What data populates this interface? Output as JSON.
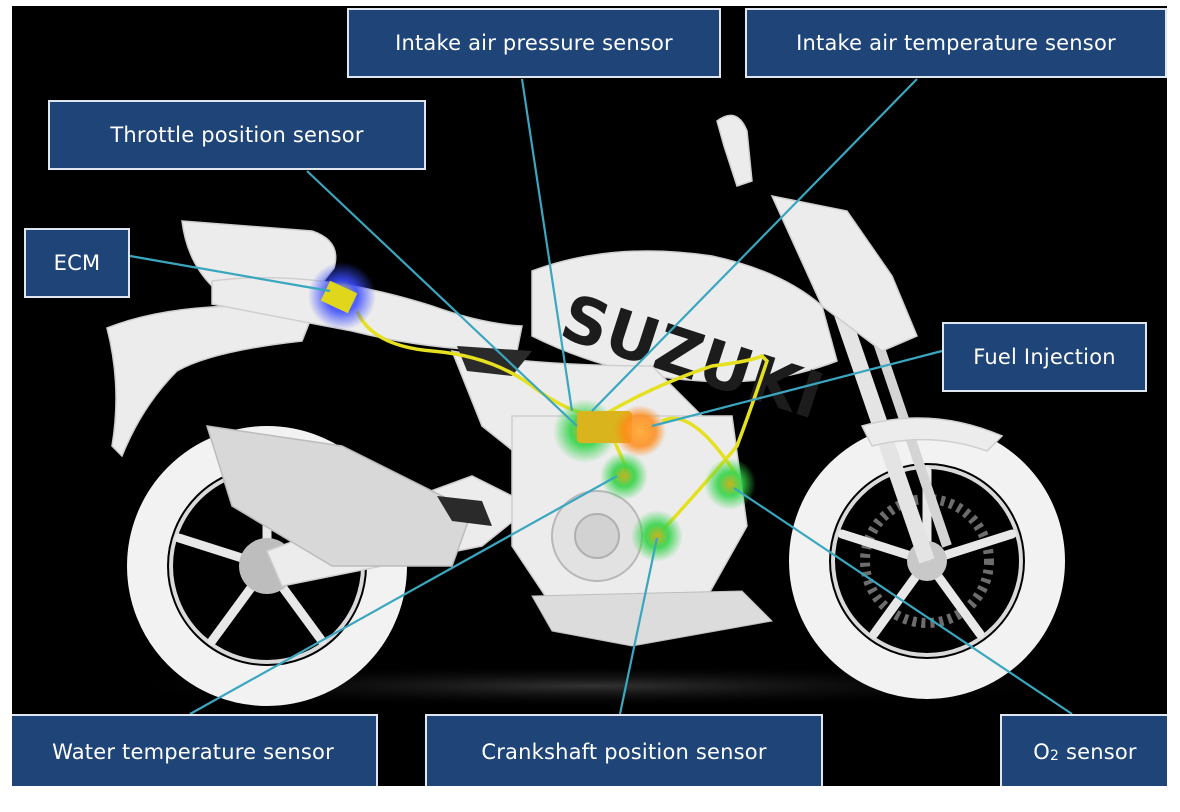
{
  "labels": {
    "intake_pressure": "Intake air pressure sensor",
    "intake_temp": "Intake air temperature sensor",
    "throttle": "Throttle position sensor",
    "ecm": "ECM",
    "fuel_injection": "Fuel Injection",
    "water_temp": "Water temperature sensor",
    "crankshaft": "Crankshaft position  sensor",
    "o2_main": "O",
    "o2_sub": "2",
    "o2_rest": " sensor"
  },
  "brand_text": "SUZUKI",
  "colors": {
    "label_bg": "#1f4578",
    "leader": "#3aa6bf",
    "sensor_glow": "#33d44a",
    "ecm_glow": "#3a4cff",
    "injector_glow": "#ff8a1a",
    "harness": "#e5e020"
  }
}
